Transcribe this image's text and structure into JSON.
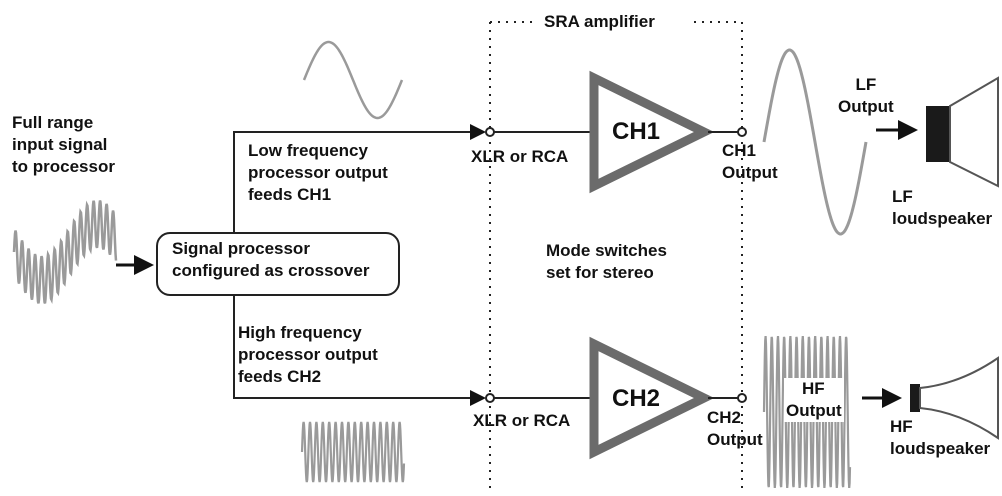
{
  "title": "SRA amplifier",
  "input_label": [
    "Full range",
    "input signal",
    "to processor"
  ],
  "processor_label": [
    "Signal processor",
    "configured as crossover"
  ],
  "low_feed_label": [
    "Low frequency",
    "processor output",
    "feeds CH1"
  ],
  "high_feed_label": [
    "High frequency",
    "processor output",
    "feeds CH2"
  ],
  "ch1": {
    "name": "CH1",
    "input_label": "XLR or RCA",
    "output_label": [
      "CH1",
      "Output"
    ]
  },
  "ch2": {
    "name": "CH2",
    "input_label": "XLR or RCA",
    "output_label": [
      "CH2",
      "Output"
    ]
  },
  "mode_label": [
    "Mode switches",
    "set for stereo"
  ],
  "lf_output_label": [
    "LF",
    "Output"
  ],
  "hf_output_label": [
    "HF",
    "Output"
  ],
  "lf_speaker_label": [
    "LF",
    "loudspeaker"
  ],
  "hf_speaker_label": [
    "HF",
    "loudspeaker"
  ],
  "colors": {
    "line": "#222222",
    "amp_outline": "#6b6b6b",
    "waveform": "#9a9a9a",
    "speaker": "#1a1a1a"
  }
}
